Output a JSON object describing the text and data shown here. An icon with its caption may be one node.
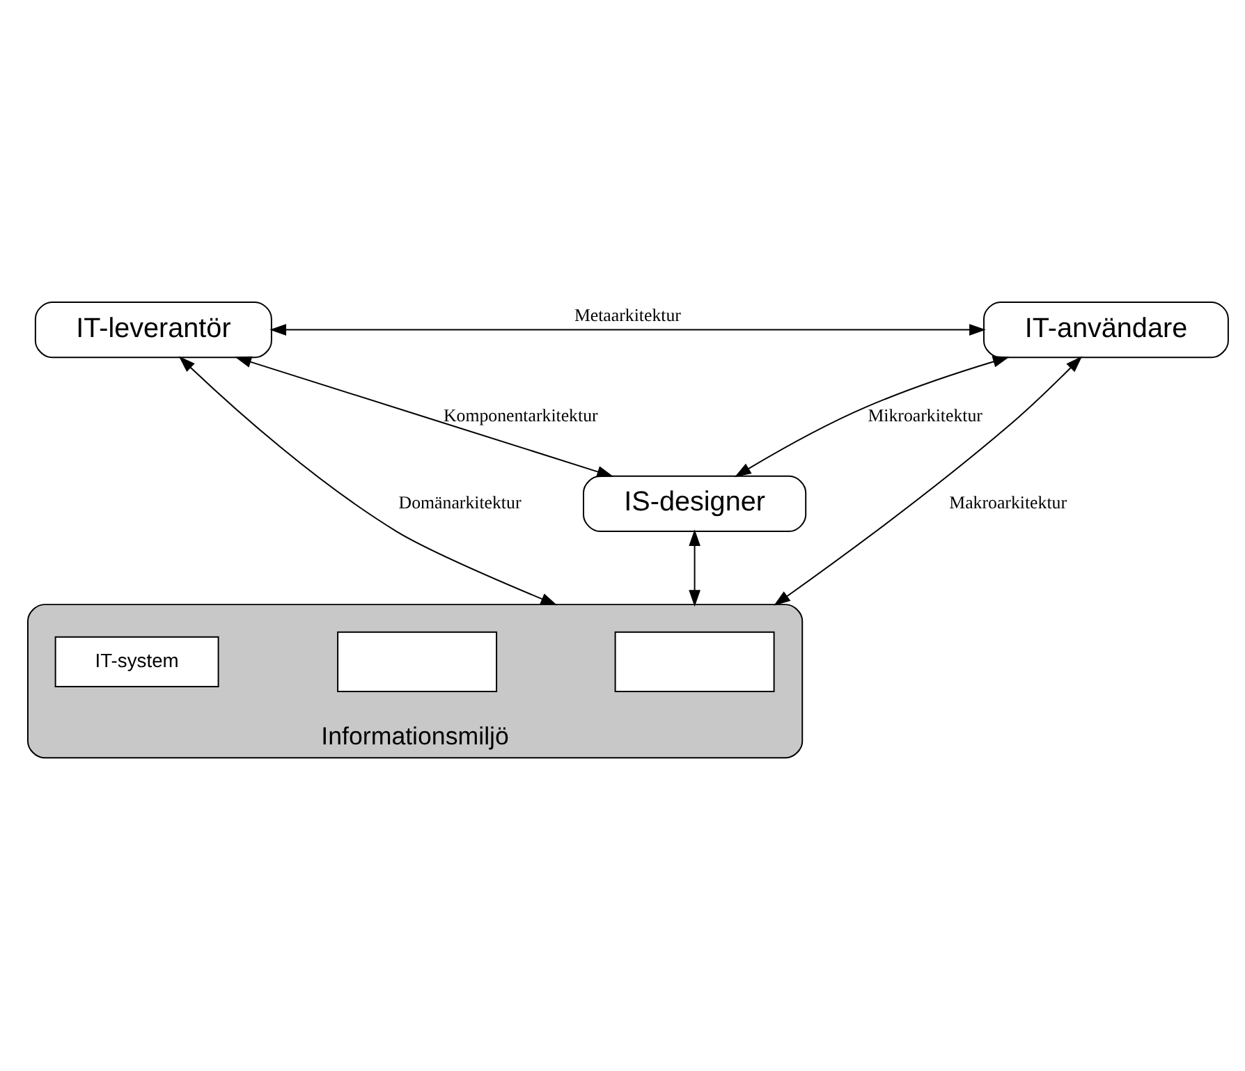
{
  "diagram": {
    "nodes": [
      {
        "text": [
          "IT-leverantör"
        ]
      },
      {
        "text": [
          "IT-användare"
        ]
      },
      {
        "text": [
          "IS-designer"
        ]
      },
      {
        "text": [
          "Informationsmiljö"
        ]
      },
      {
        "text": [],
        "shape": "box",
        "in": 3
      },
      {
        "text": [],
        "shape": "box",
        "in": 3
      },
      {
        "text": [
          "IT-system"
        ],
        "in": 3
      }
    ],
    "edges": [
      {
        "from": 0,
        "to": 1,
        "arrow": "both",
        "label": "Metaarkitektur"
      },
      {
        "from": 0,
        "to": 2,
        "arrow": "both",
        "label": "Komponentarkitektur"
      },
      {
        "from": 1,
        "to": 2,
        "arrow": "both",
        "label": "Mikroarkitektur"
      },
      {
        "from": 0,
        "to": 3,
        "arrow": "both",
        "label": "Domänarkitektur"
      },
      {
        "from": 2,
        "to": 3,
        "arrow": "both"
      },
      {
        "from": 1,
        "to": 3,
        "arrow": "both",
        "label": "Makroarkitektur"
      }
    ]
  }
}
